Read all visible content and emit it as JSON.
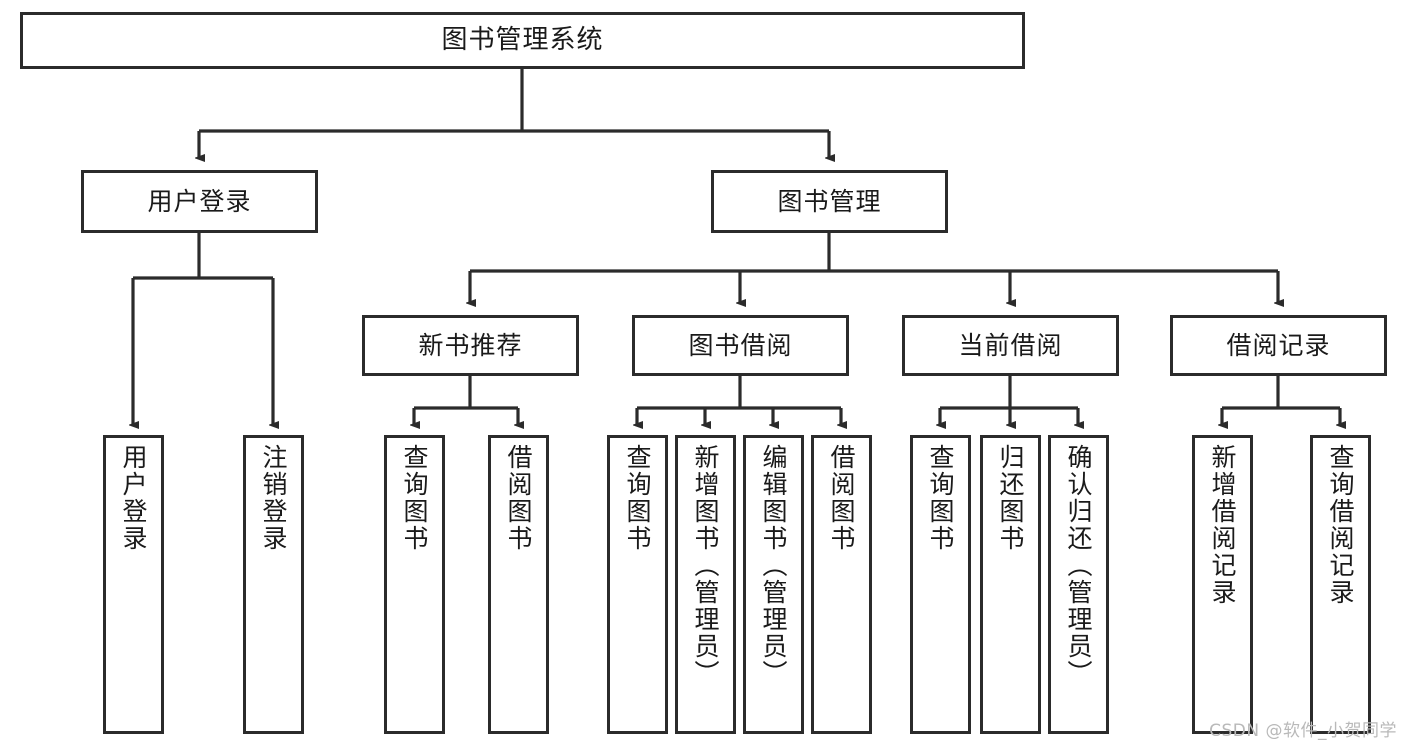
{
  "diagram": {
    "type": "tree",
    "title": "图书管理系统",
    "style": {
      "box_fill": "#ffffff",
      "box_stroke": "#2b2b2b",
      "line_color": "#2b2b2b",
      "text_color": "#1a1a1a",
      "background": "#ffffff"
    },
    "nodes": {
      "root": {
        "label": "图书管理系统"
      },
      "level2": [
        {
          "id": "user-login",
          "label": "用户登录"
        },
        {
          "id": "book-manage",
          "label": "图书管理"
        }
      ],
      "level3": [
        {
          "id": "new-book-rec",
          "label": "新书推荐"
        },
        {
          "id": "book-borrow",
          "label": "图书借阅"
        },
        {
          "id": "current-borrow",
          "label": "当前借阅"
        },
        {
          "id": "borrow-record",
          "label": "借阅记录"
        }
      ],
      "leaves": {
        "user-login": [
          {
            "id": "leaf-user-login",
            "label": "用户登录"
          },
          {
            "id": "leaf-logout",
            "label": "注销登录"
          }
        ],
        "new-book-rec": [
          {
            "id": "leaf-query-book-1",
            "label": "查询图书"
          },
          {
            "id": "leaf-borrow-book-1",
            "label": "借阅图书"
          }
        ],
        "book-borrow": [
          {
            "id": "leaf-query-book-2",
            "label": "查询图书"
          },
          {
            "id": "leaf-add-book",
            "label": "新增图书（管理员）"
          },
          {
            "id": "leaf-edit-book",
            "label": "编辑图书（管理员）"
          },
          {
            "id": "leaf-borrow-book-2",
            "label": "借阅图书"
          }
        ],
        "current-borrow": [
          {
            "id": "leaf-query-book-3",
            "label": "查询图书"
          },
          {
            "id": "leaf-return-book",
            "label": "归还图书"
          },
          {
            "id": "leaf-confirm-return",
            "label": "确认归还（管理员）"
          }
        ],
        "borrow-record": [
          {
            "id": "leaf-add-record",
            "label": "新增借阅记录"
          },
          {
            "id": "leaf-query-record",
            "label": "查询借阅记录"
          }
        ]
      }
    }
  },
  "watermark": {
    "text": "CSDN @软件_小贺同学"
  }
}
